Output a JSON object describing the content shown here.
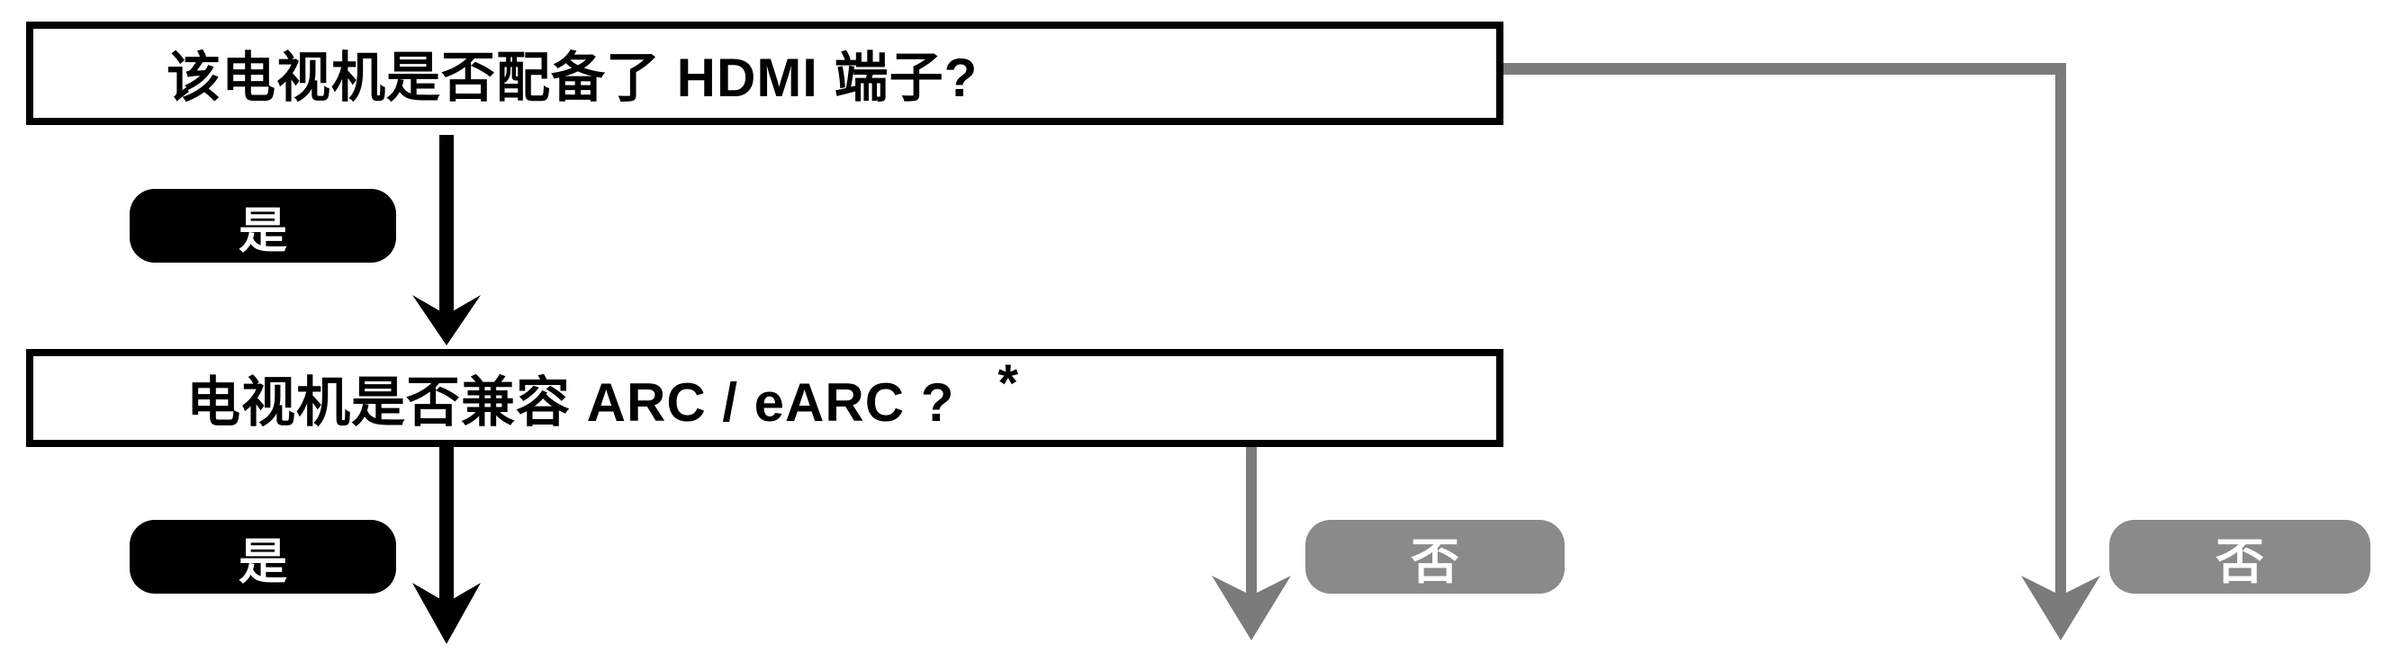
{
  "flowchart": {
    "box1": {
      "text": "该电视机是否配备了 HDMI 端子?"
    },
    "box2": {
      "text": "电视机是否兼容 ARC / eARC ?",
      "asterisk": "*"
    },
    "labels": {
      "yes_top": "是",
      "yes_bottom": "是",
      "no_middle": "否",
      "no_right": "否"
    },
    "colors": {
      "black": "#000000",
      "gray_line": "#7b7b7b",
      "gray_button": "#8a8a8a",
      "white": "#ffffff"
    }
  }
}
